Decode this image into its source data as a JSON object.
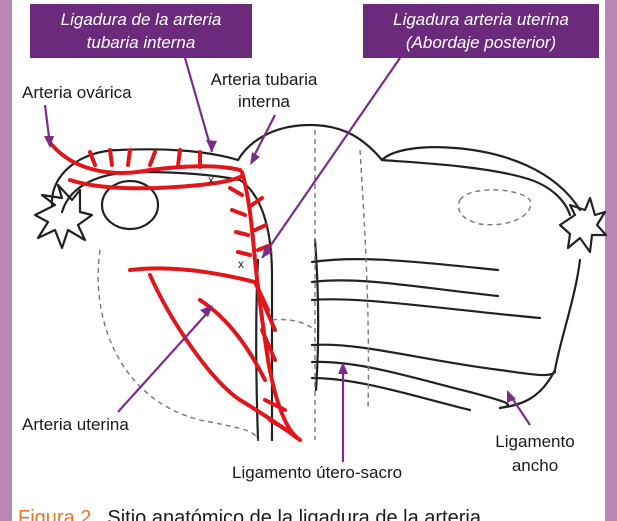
{
  "callouts": {
    "tubal_ligation": {
      "line1": "Ligadura de la arteria",
      "line2": "tubaria interna"
    },
    "uterine_ligation": {
      "line1": "Ligadura arteria uterina",
      "line2": "(Abordaje posterior)"
    }
  },
  "labels": {
    "ovarian_artery": "Arteria ovárica",
    "tubal_artery": {
      "line1": "Arteria tubaria",
      "line2": "interna"
    },
    "uterine_artery": "Arteria uterina",
    "broad_ligament": {
      "line1": "Ligamento",
      "line2": "ancho"
    },
    "uterosacral_ligament": "Ligamento útero-sacro"
  },
  "caption": {
    "figure": "Figura 2.",
    "text": "Sitio anatómico de la ligadura de la arteria"
  },
  "colors": {
    "callout_bg": "#6b2a7c",
    "pointer": "#7a2c8a",
    "artery": "#e0161b",
    "page_bg": "#b887b3",
    "caption_figure": "#e8742a"
  }
}
